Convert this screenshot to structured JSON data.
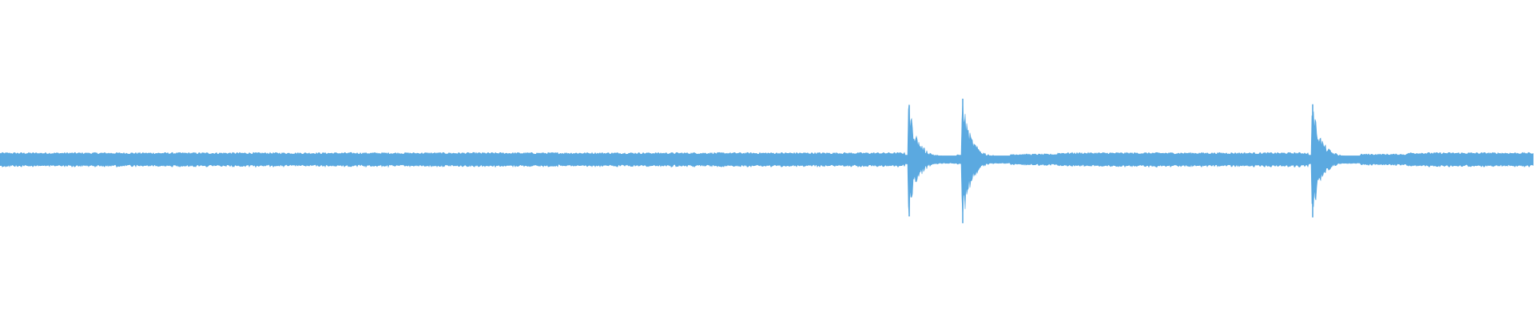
{
  "waveform": {
    "color": "#5ba9e0",
    "background": "#ffffff",
    "baseline_amplitude": 0.07,
    "duration_fraction_markers": [
      {
        "position": 0.592,
        "amplitude": 0.59,
        "decay": "fast"
      },
      {
        "position": 0.627,
        "amplitude": 0.66,
        "decay": "fast"
      },
      {
        "position": 0.855,
        "amplitude": 0.6,
        "decay": "fast"
      }
    ]
  }
}
